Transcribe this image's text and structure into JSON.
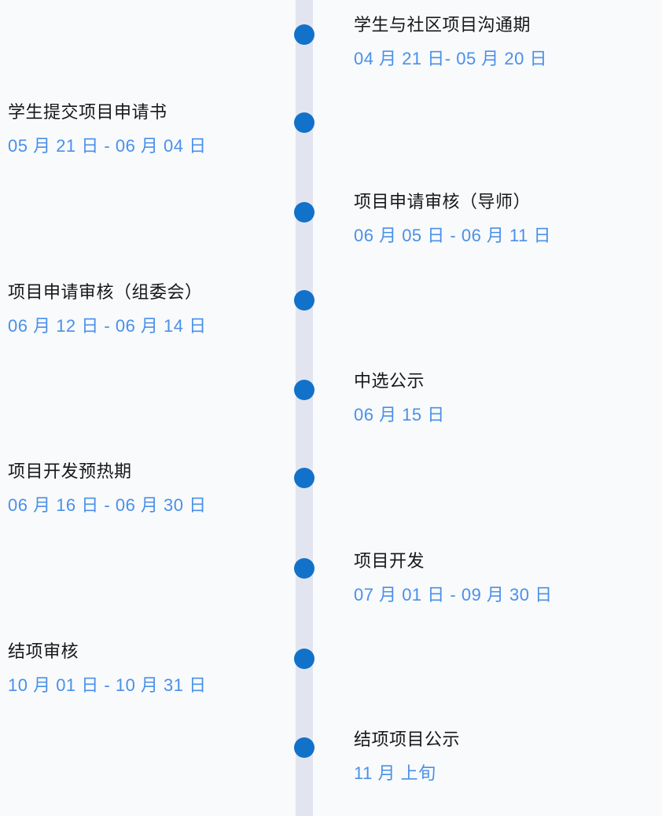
{
  "colors": {
    "bg": "#F8FAFC",
    "track": "#E2E5F0",
    "accent": "#1272CA",
    "title": "#17181A",
    "date-blue": "#4A90E8"
  },
  "timeline": {
    "items": [
      {
        "side": "right",
        "title": "学生与社区项目沟通期",
        "date": "04 月 21 日- 05 月 20 日"
      },
      {
        "side": "left",
        "title": "学生提交项目申请书",
        "date": "05 月 21 日 - 06 月 04 日"
      },
      {
        "side": "right",
        "title": "项目申请审核（导师）",
        "date": "06 月 05 日 - 06 月 11 日"
      },
      {
        "side": "left",
        "title": "项目申请审核（组委会）",
        "date": "06 月 12 日 - 06 月 14 日"
      },
      {
        "side": "right",
        "title": "中选公示",
        "date": "06 月 15 日"
      },
      {
        "side": "left",
        "title": "项目开发预热期",
        "date": "06 月 16 日 - 06 月 30 日"
      },
      {
        "side": "right",
        "title": "项目开发",
        "date": "07 月 01 日 - 09 月 30 日"
      },
      {
        "side": "left",
        "title": "结项审核",
        "date": "10 月 01 日 - 10 月 31 日"
      },
      {
        "side": "right",
        "title": "结项项目公示",
        "date": "11 月 上旬"
      }
    ]
  }
}
